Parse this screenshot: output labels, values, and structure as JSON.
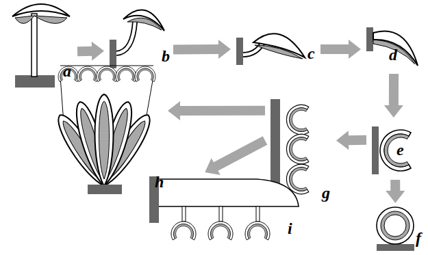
{
  "diagram": {
    "nodes": [
      {
        "text": [
          "a"
        ]
      },
      {
        "text": [
          "b"
        ]
      },
      {
        "text": [
          "c"
        ]
      },
      {
        "text": [
          "d"
        ]
      },
      {
        "text": [
          "e"
        ]
      },
      {
        "text": [
          "f"
        ]
      },
      {
        "text": [
          "g"
        ]
      },
      {
        "text": [
          "h"
        ]
      },
      {
        "text": [
          "i"
        ]
      }
    ],
    "edges": [
      {
        "from": 0,
        "to": 1,
        "arrow": "to"
      },
      {
        "from": 1,
        "to": 2,
        "arrow": "to"
      },
      {
        "from": 2,
        "to": 3,
        "arrow": "to"
      },
      {
        "from": 3,
        "to": 4,
        "arrow": "to"
      },
      {
        "from": 4,
        "to": 5,
        "arrow": "to"
      },
      {
        "from": 4,
        "to": 6,
        "arrow": "to"
      },
      {
        "from": 6,
        "to": 7,
        "arrow": "to"
      },
      {
        "from": 6,
        "to": 8,
        "arrow": "to"
      }
    ]
  }
}
